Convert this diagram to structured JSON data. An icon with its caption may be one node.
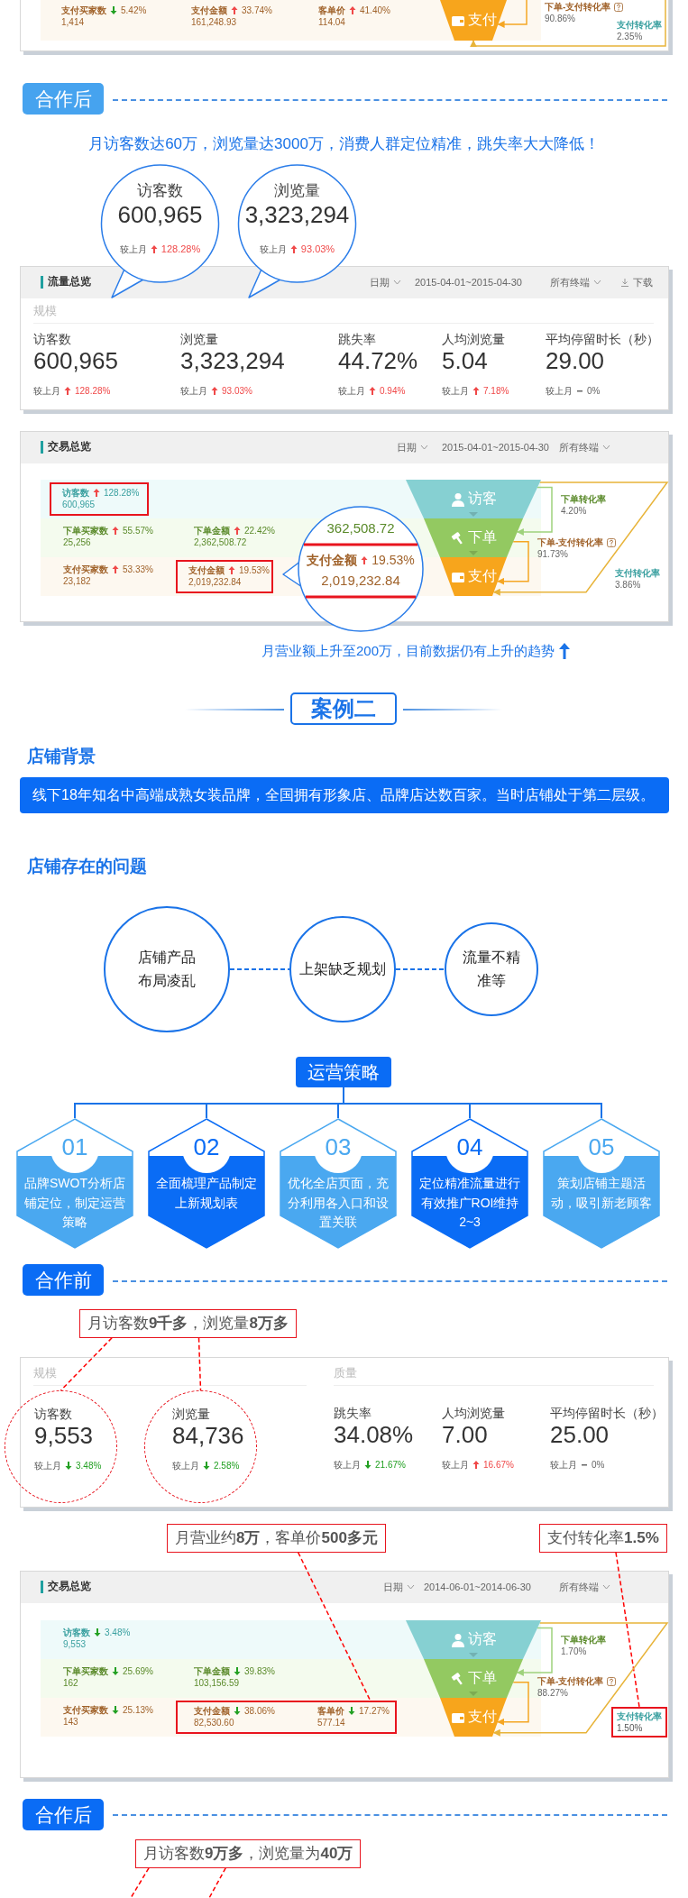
{
  "diagram": {
    "nodes": [
      {
        "text": [
          "支付"
        ]
      },
      {
        "text": [
          "合作后"
        ]
      },
      {
        "text": [
          "访客数",
          "600,965",
          "较上月",
          "128.28%"
        ]
      },
      {
        "text": [
          "浏览量",
          "3,323,294",
          "较上月",
          "93.03%"
        ]
      },
      {
        "text": [
          "访客数",
          "128.28%",
          "600,965"
        ]
      },
      {
        "text": [
          "访客"
        ]
      },
      {
        "text": [
          "下单"
        ]
      },
      {
        "text": [
          "支付金额",
          "19.53%",
          "2,019,232.84"
        ]
      },
      {
        "text": [
          "362,508.72",
          "支付金额",
          "19.53%",
          "2,019,232.84"
        ]
      },
      {
        "text": [
          "支付"
        ]
      },
      {
        "text": [
          "案例二"
        ]
      },
      {
        "text": [
          "线下18年知名中高端成熟女装品牌，全国拥有形象店、品牌店达数百家。当时店铺处于第二层级。"
        ]
      },
      {
        "text": [
          "店铺产品布局凌乱"
        ]
      },
      {
        "text": [
          "上架缺乏规划"
        ]
      },
      {
        "text": [
          "流量不精准等"
        ]
      },
      {
        "text": [
          "运营策略"
        ]
      },
      {
        "text": [
          "01",
          "品牌SWOT分析店铺定位，制定运营策略"
        ]
      },
      {
        "text": [
          "02",
          "全面梳理产品制定上新规划表"
        ]
      },
      {
        "text": [
          "03",
          "优化全店页面，充分利用各入口和设置关联"
        ]
      },
      {
        "text": [
          "04",
          "定位精准流量进行有效推广ROI维持2~3"
        ]
      },
      {
        "text": [
          "05",
          "策划店铺主题活动，吸引新老顾客"
        ]
      },
      {
        "text": [
          "合作前"
        ]
      },
      {
        "text": [
          "月访客数**9千多**，浏览量**8万多**"
        ]
      },
      {
        "text": [
          "访客数",
          "9,553",
          "较上月",
          "3.48%"
        ]
      },
      {
        "text": [
          "浏览量",
          "84,736",
          "较上月",
          "2.58%"
        ]
      },
      {
        "text": [
          "月营业约**8万**，客单价**500多元**"
        ]
      },
      {
        "text": [
          "支付转化率**1.5%**"
        ]
      },
      {
        "text": [
          "访客"
        ]
      },
      {
        "text": [
          "下单"
        ]
      },
      {
        "text": [
          "支付金额",
          "38.06%",
          "82,530.60",
          "客单价",
          "17.27%",
          "577.14"
        ]
      },
      {
        "text": [
          "支付"
        ]
      },
      {
        "text": [
          "支付转化率",
          "1.50%"
        ]
      },
      {
        "text": [
          "合作后"
        ]
      },
      {
        "text": [
          "月访客数**9万多**，浏览量为**40万**"
        ]
      }
    ],
    "edges": [
      {
        "from": null,
        "to": 0,
        "arrow": "to",
        "color": "#f5a623"
      },
      {
        "from": null,
        "to": 0,
        "arrow": "to",
        "color": "#e8b43a"
      },
      {
        "from": 5,
        "to": 6,
        "arrow": "to",
        "color": "#9ed27c"
      },
      {
        "from": 6,
        "to": 9,
        "arrow": "to",
        "color": "#f5a623"
      },
      {
        "from": 5,
        "to": 9,
        "arrow": "to",
        "color": "#e8b43a"
      },
      {
        "from": 12,
        "to": 13,
        "arrow": "none",
        "style": "dashed"
      },
      {
        "from": 13,
        "to": 14,
        "arrow": "none",
        "style": "dashed"
      },
      {
        "from": 15,
        "to": 16,
        "arrow": "none"
      },
      {
        "from": 15,
        "to": 17,
        "arrow": "none"
      },
      {
        "from": 15,
        "to": 18,
        "arrow": "none"
      },
      {
        "from": 15,
        "to": 19,
        "arrow": "none"
      },
      {
        "from": 15,
        "to": 20,
        "arrow": "none"
      },
      {
        "from": 22,
        "to": 23,
        "arrow": "none",
        "style": "dashed",
        "color": "#ff0000"
      },
      {
        "from": 22,
        "to": 24,
        "arrow": "none",
        "style": "dashed",
        "color": "#ff0000"
      },
      {
        "from": 25,
        "to": 29,
        "arrow": "none",
        "style": "dashed",
        "color": "#ff0000"
      },
      {
        "from": 26,
        "to": 31,
        "arrow": "none",
        "style": "dashed",
        "color": "#ff0000"
      },
      {
        "from": 27,
        "to": 28,
        "arrow": "to",
        "color": "#9ed27c"
      },
      {
        "from": 28,
        "to": 30,
        "arrow": "to",
        "color": "#f5a623"
      },
      {
        "from": 27,
        "to": 30,
        "arrow": "to",
        "color": "#e8b43a"
      },
      {
        "from": 33,
        "to": null,
        "arrow": "none",
        "style": "dashed",
        "color": "#ff0000"
      },
      {
        "from": 33,
        "to": null,
        "arrow": "none",
        "style": "dashed",
        "color": "#ff0000"
      }
    ],
    "labels": [
      "支付买家数",
      "5.42%",
      "1,414",
      "支付金额",
      "33.74%",
      "161,248.93",
      "客单价",
      "41.40%",
      "114.04",
      "下单-支付转化率",
      "90.86%",
      "支付转化率",
      "2.35%",
      "月访客数达60万，浏览量达3000万，消费人群定位精准，跳失率大大降低！",
      "流量总览",
      "日期",
      "2015-04-01~2015-04-30",
      "所有终端",
      "下载",
      "规模",
      "访客数",
      "600,965",
      "较上月",
      "128.28%",
      "浏览量",
      "3,323,294",
      "较上月",
      "93.03%",
      "跳失率",
      "44.72%",
      "较上月",
      "0.94%",
      "人均浏览量",
      "5.04",
      "较上月",
      "7.18%",
      "平均停留时长（秒）",
      "29.00",
      "较上月",
      "0%",
      "交易总览",
      "日期",
      "2015-04-01~2015-04-30",
      "所有终端",
      "下单买家数",
      "55.57%",
      "25,256",
      "下单金额",
      "22.42%",
      "2,362,508.72",
      "支付买家数",
      "53.33%",
      "23,182",
      "下单转化率",
      "4.20%",
      "下单-支付转化率",
      "91.73%",
      "支付转化率",
      "3.86%",
      "月营业额上升至200万，目前数据仍有上升的趋势",
      "店铺背景",
      "店铺存在的问题",
      "规模",
      "质量",
      "跳失率",
      "34.08%",
      "较上月",
      "21.67%",
      "人均浏览量",
      "7.00",
      "较上月",
      "16.67%",
      "平均停留时长（秒）",
      "25.00",
      "较上月",
      "0%",
      "交易总览",
      "日期",
      "2014-06-01~2014-06-30",
      "所有终端",
      "访客数",
      "3.48%",
      "9,553",
      "下单买家数",
      "25.69%",
      "162",
      "下单金额",
      "39.83%",
      "103,156.59",
      "支付买家数",
      "25.13%",
      "143",
      "下单转化率",
      "1.70%",
      "下单-支付转化率",
      "88.27%"
    ]
  }
}
